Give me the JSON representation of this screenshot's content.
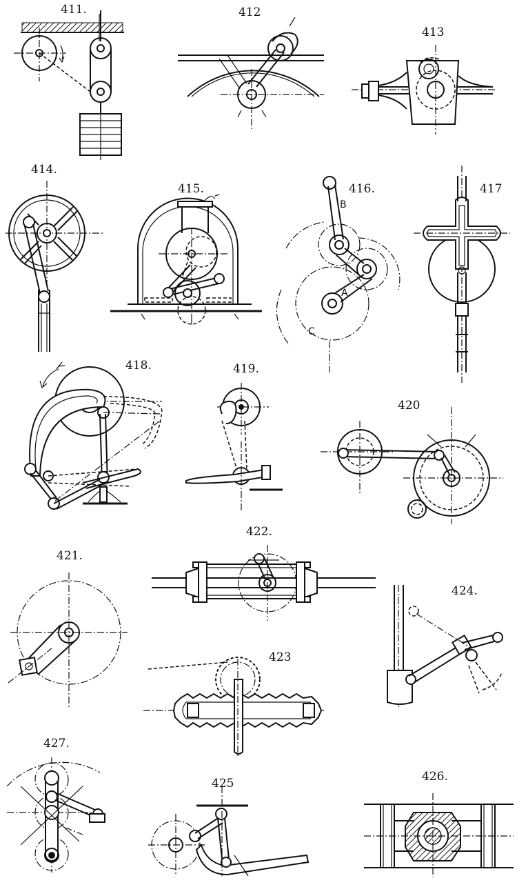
{
  "figures": [
    {
      "id": "fig-411",
      "label": "411."
    },
    {
      "id": "fig-412",
      "label": "412"
    },
    {
      "id": "fig-413",
      "label": "413"
    },
    {
      "id": "fig-414",
      "label": "414."
    },
    {
      "id": "fig-415",
      "label": "415."
    },
    {
      "id": "fig-416",
      "label": "416."
    },
    {
      "id": "fig-417",
      "label": "417"
    },
    {
      "id": "fig-418",
      "label": "418."
    },
    {
      "id": "fig-419",
      "label": "419."
    },
    {
      "id": "fig-420",
      "label": "420"
    },
    {
      "id": "fig-421",
      "label": "421."
    },
    {
      "id": "fig-422",
      "label": "422."
    },
    {
      "id": "fig-423",
      "label": "423"
    },
    {
      "id": "fig-424",
      "label": "424."
    },
    {
      "id": "fig-425",
      "label": "425"
    },
    {
      "id": "fig-426",
      "label": "426."
    },
    {
      "id": "fig-427",
      "label": "427."
    }
  ],
  "letters416": [
    "B",
    "A",
    "C"
  ]
}
